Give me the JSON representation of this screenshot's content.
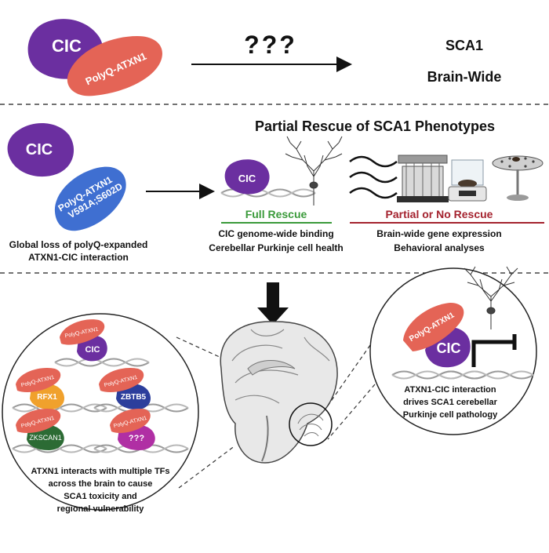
{
  "top": {
    "cic": "CIC",
    "polyq_atxn1": "PolyQ-ATXN1",
    "question": "???",
    "sca1": "SCA1",
    "brain_wide": "Brain-Wide"
  },
  "middle": {
    "heading": "Partial Rescue of SCA1 Phenotypes",
    "cic": "CIC",
    "mutant_line1": "PolyQ-ATXN1",
    "mutant_line2": "V591A;S602D",
    "global_loss_line1": "Global loss of polyQ-expanded",
    "global_loss_line2": "ATXN1-CIC interaction",
    "small_cic": "CIC",
    "full_rescue": "Full Rescue",
    "full_rescue_item1": "CIC genome-wide binding",
    "full_rescue_item2": "Cerebellar Purkinje cell health",
    "partial_rescue": "Partial or No Rescue",
    "partial_item1": "Brain-wide gene expression",
    "partial_item2": "Behavioral analyses"
  },
  "bottom": {
    "left_circle": {
      "atxn1_label": "PolyQ-ATXN1",
      "cic": "CIC",
      "tf1": "RFX1",
      "tf2": "ZBTB5",
      "tf3": "ZKSCAN1",
      "tf4": "???",
      "caption_line1": "ATXN1 interacts with multiple TFs",
      "caption_line2": "across the brain to cause",
      "caption_line3": "SCA1 toxicity and",
      "caption_line4": "regional vulnerability"
    },
    "right_circle": {
      "atxn1_label": "PolyQ-ATXN1",
      "cic": "CIC",
      "caption_line1": "ATXN1-CIC interaction",
      "caption_line2": "drives SCA1 cerebellar",
      "caption_line3": "Purkinje cell pathology"
    }
  },
  "colors": {
    "cic_purple": "#6b2fa0",
    "atxn1_red": "#e46456",
    "mutant_blue": "#3f6fd1",
    "full_rescue_green": "#3a9a3a",
    "partial_red": "#a4222e",
    "rfx1_orange": "#f0a12c",
    "zbtb5_blue": "#2c3e9c",
    "zkscan1_green": "#2c6b34",
    "unknown_magenta": "#b02fa4"
  }
}
